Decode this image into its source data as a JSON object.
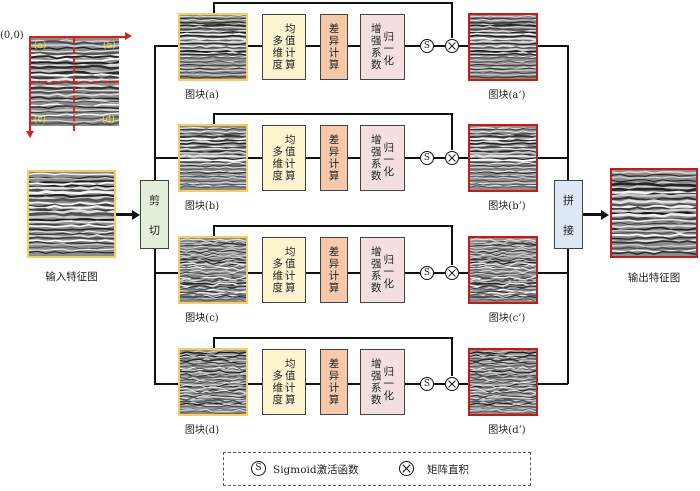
{
  "grid_thumbnail": {
    "origin_label": "(0,0)",
    "quadrant_labels": [
      "(a)",
      "(b)",
      "(c)",
      "(d)"
    ],
    "axis_color": "#d42020",
    "label_color": "#f2e33a"
  },
  "input": {
    "label": "输入特征图"
  },
  "split_block": {
    "chars": [
      "剪",
      "切"
    ],
    "color": "#e3efd8"
  },
  "merge_block": {
    "chars": [
      "拼",
      "接"
    ],
    "color": "#dde8f4"
  },
  "output": {
    "label": "输出特征图"
  },
  "branches": [
    {
      "id": "a",
      "input_label": "图块(a)",
      "output_label": "图块(a’)"
    },
    {
      "id": "b",
      "input_label": "图块(b)",
      "output_label": "图块(b’)"
    },
    {
      "id": "c",
      "input_label": "图块(c)",
      "output_label": "图块(c’)"
    },
    {
      "id": "d",
      "input_label": "图块(d)",
      "output_label": "图块(d’)"
    }
  ],
  "process_blocks": {
    "mean": {
      "col1": [
        "多",
        "维",
        "度"
      ],
      "col2": [
        "均",
        "值",
        "计",
        "算"
      ],
      "color": "#fdf3cf"
    },
    "diff": {
      "col1": [
        "差",
        "异",
        "计",
        "算"
      ],
      "color": "#f6c9a9"
    },
    "norm": {
      "col1": [
        "增",
        "强",
        "系",
        "数"
      ],
      "col2": [
        "归",
        "一",
        "化"
      ],
      "color": "#f3dfe0"
    }
  },
  "operators": {
    "sigmoid_symbol": "S",
    "product_symbol": "⊗"
  },
  "legend": {
    "sigmoid_symbol": "S",
    "sigmoid_label": "Sigmoid激活函数",
    "product_label": "矩阵直积"
  },
  "colors": {
    "input_border": "#f5cf5a",
    "output_border": "#c31a1a",
    "legend_border": "#4a5d7a"
  }
}
